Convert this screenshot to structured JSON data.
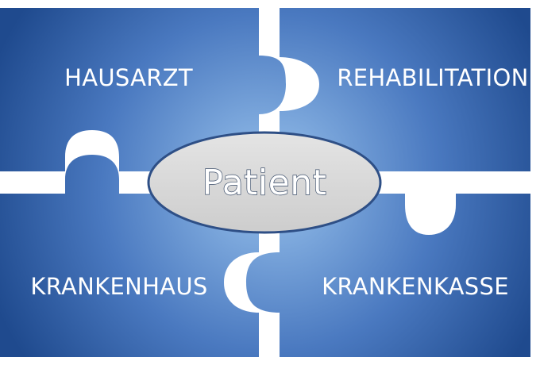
{
  "diagram": {
    "center": {
      "label": "Patient"
    },
    "pieces": [
      {
        "id": "top-left",
        "label": "HAUSARZT"
      },
      {
        "id": "top-right",
        "label": "REHABILITATION"
      },
      {
        "id": "bottom-left",
        "label": "KRANKENHAUS"
      },
      {
        "id": "bottom-right",
        "label": "KRANKENKASSE"
      }
    ],
    "colors": {
      "piece_dark": "#1f4a8e",
      "piece_light": "#93bde9",
      "gap": "#ffffff",
      "oval_fill": "#d8d8d8",
      "oval_stroke": "#2e4f86"
    }
  }
}
